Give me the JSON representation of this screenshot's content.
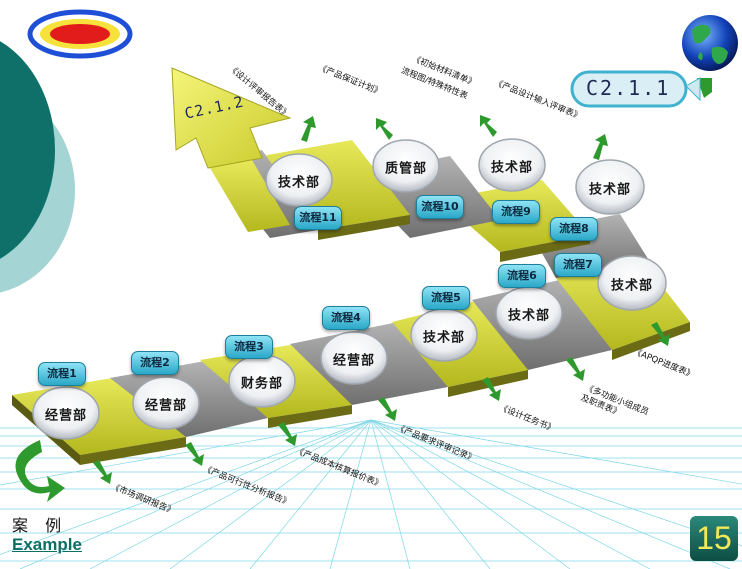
{
  "codes": {
    "top_right": "C2.1.1",
    "arrow_head": "C2.1.2"
  },
  "footer": {
    "case_label": "案 例",
    "example_label": "Example",
    "page_number": "15"
  },
  "colors": {
    "teal_dark": "#0e6f69",
    "teal_light": "#9dd0cf",
    "panel_yellow": "#c8cc2c",
    "panel_gray": "#8f8f8f",
    "arrow_green": "#2f9a2f",
    "grid_cyan": "#57c9dc"
  },
  "nodes": [
    {
      "dept": "经营部",
      "step": "流程1"
    },
    {
      "dept": "经营部",
      "step": "流程2"
    },
    {
      "dept": "财务部",
      "step": "流程3"
    },
    {
      "dept": "经营部",
      "step": "流程4"
    },
    {
      "dept": "技术部",
      "step": "流程5"
    },
    {
      "dept": "技术部",
      "step": "流程6"
    },
    {
      "dept": "技术部",
      "step": "流程7"
    },
    {
      "dept": "技术部",
      "step": "流程8"
    },
    {
      "dept": "技术部",
      "step": "流程9"
    },
    {
      "dept": "质管部",
      "step": "流程10"
    },
    {
      "dept": "技术部",
      "step": "流程11"
    }
  ],
  "documents": [
    "《市场调研报告》",
    "《产品可行性分析报告》",
    "《产品成本核算报价表》",
    "《产品要求评审记录》",
    "《设计任务书》",
    "《多功能小组成员及职责表》",
    "《APQP进度表》",
    "《产品设计输入评审表》",
    "《初始材料清单》",
    "《产品保证计划》",
    "《设计评审报告表》"
  ],
  "documents_line2": {
    "doc9": "流程图/特殊特性表"
  }
}
